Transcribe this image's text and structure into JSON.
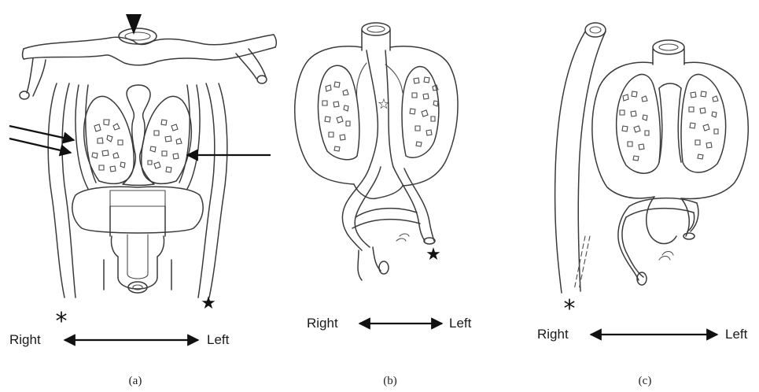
{
  "panels": [
    {
      "id": "a",
      "caption": "(a)",
      "right": "Right",
      "left": "Left",
      "asterisk": "*",
      "star": "★"
    },
    {
      "id": "b",
      "caption": "(b)",
      "right": "Right",
      "left": "Left",
      "star": "★",
      "outline_star": "☆"
    },
    {
      "id": "c",
      "caption": "(c)",
      "right": "Right",
      "left": "Left",
      "asterisk": "*"
    }
  ],
  "colors": {
    "ink": "#3a3a3a",
    "pointer": "#111111",
    "background": "#ffffff"
  }
}
